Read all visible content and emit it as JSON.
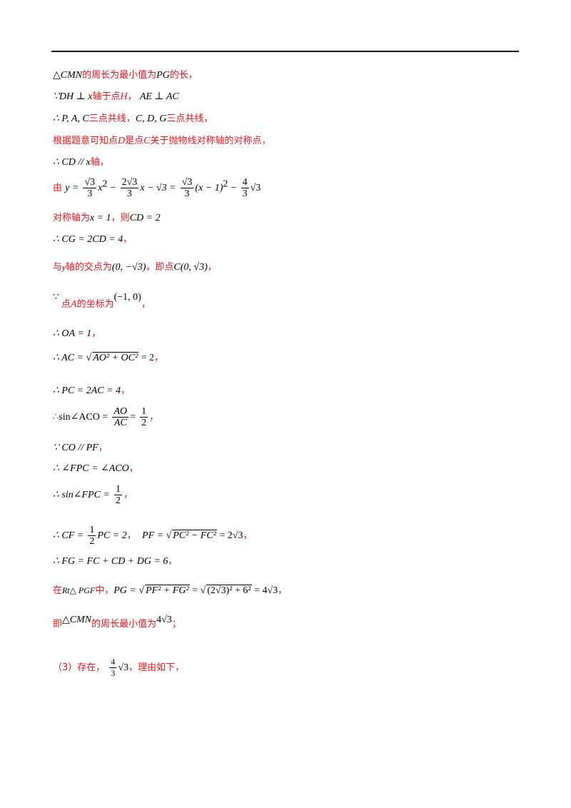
{
  "lines": {
    "l1": {
      "m": "△CMN",
      "t": "的周长为最小值为",
      "m2": "PG",
      "t2": "的长，"
    },
    "l2": {
      "m": "∵DH ⊥ x",
      "t": "轴于点",
      "ri": "H",
      "t2": "，",
      "m2": "AE ⊥ AC"
    },
    "l3": {
      "m": "∴ P, A, C",
      "t": "三点共线，",
      "m2": "C, D, G",
      "t2": "三点共线，"
    },
    "l4": {
      "t": "根据题意可知点",
      "ri": "D",
      "t2": "是点",
      "ri2": "C",
      "t3": "关于抛物线对称轴的对称点，"
    },
    "l5": {
      "m": "∴ CD // x",
      "t": "轴，"
    },
    "l6": {
      "t": "由",
      "y": "y =",
      "n1": "√3",
      "d1": "3",
      "x2": "x",
      "minus1": "−",
      "n2": "2√3",
      "d2": "3",
      "xm": "x − √3 =",
      "n3": "√3",
      "d3": "3",
      "paren": "(x − 1)",
      "minus2": "−",
      "n4": "4",
      "d4": "3",
      "tail": "√3"
    },
    "l7": {
      "t": "对称轴为",
      "m": "x = 1",
      "t2": "，则",
      "m2": "CD = 2"
    },
    "l8": {
      "m": "∴ CG = 2CD = 4",
      "t": "，"
    },
    "l9": {
      "t": "与",
      "m": "y",
      "t2": "轴的交点为",
      "m2": "(0, −√3)",
      "t3": "，即点",
      "m3": "C(0,  √3)",
      "t4": "，"
    },
    "l10a": {
      "m": "∵"
    },
    "l10b": {
      "t": "点",
      "ri": "A",
      "t2": "的坐标为",
      "m": "(−1, 0)",
      "t3": "，"
    },
    "l11": {
      "m": "∴ OA = 1",
      "t": "，"
    },
    "l12": {
      "m": "∴ AC = ",
      "sq": "AO² + OC²",
      "m2": " = 2",
      "t": "，"
    },
    "l13": {
      "m": "∴ PC = 2AC = 4",
      "t": "，"
    },
    "l14": {
      "r": "∴",
      "m": "sin∠ACO =",
      "n1": "AO",
      "d1": "AC",
      "eq": "=",
      "n2": "1",
      "d2": "2",
      "t": "，"
    },
    "l15": {
      "m": "∵ CO // PF",
      "t": "，"
    },
    "l16": {
      "m": "∴ ∠FPC = ∠ACO",
      "t": "，"
    },
    "l17": {
      "m": "∴ sin∠FPC =",
      "n": "1",
      "d": "2",
      "t": "，"
    },
    "l18": {
      "m": "∴ CF =",
      "n": "1",
      "d": "2",
      "m2": "PC = 2",
      "t": "，",
      "m3": "PF = ",
      "sq": "PC² − FC²",
      "m4": " = 2√3",
      "t2": "，"
    },
    "l19": {
      "m": "∴ FG = FC + CD + DG = 6",
      "t": "，"
    },
    "l20": {
      "t": "在",
      "m": "Rt△ PGF",
      "t2": "中，",
      "m2": "PG = ",
      "sq": "PF² + FG²",
      "m3": " = ",
      "sq2": "(2√3)² + 6²",
      "m4": " = 4√3",
      "t3": "，"
    },
    "l21": {
      "t": "即",
      "m": "△CMN",
      "t2": "的周长最小值为",
      "m2": "4√3",
      "t3": "；"
    },
    "l22": {
      "t": "（3）存在，",
      "n": "4",
      "d": "3",
      "m": "√3",
      "t2": "，理由如下，"
    }
  }
}
